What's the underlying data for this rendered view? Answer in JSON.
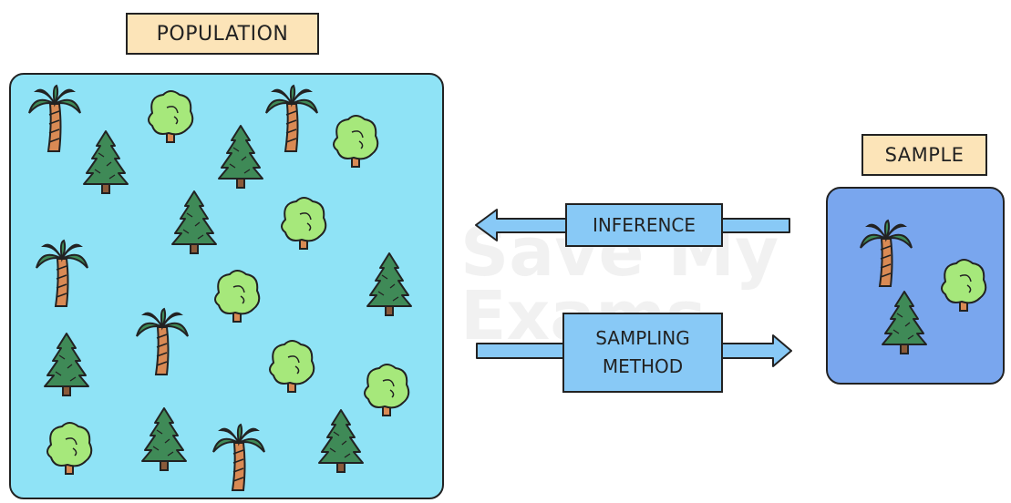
{
  "population": {
    "label": "POPULATION"
  },
  "sample": {
    "label": "SAMPLE"
  },
  "arrows": {
    "inference": {
      "label": "INFERENCE"
    },
    "sampling": {
      "line1": "SAMPLING",
      "line2": "METHOD"
    }
  },
  "watermark": {
    "line1": "Save My",
    "line2": "Exams"
  },
  "colors": {
    "population_fill": "#8fe3f6",
    "sample_fill": "#79a6ee",
    "label_fill": "#fce4b8",
    "arrow_fill": "#88c9f6",
    "foliage_green": "#3f8a57",
    "round_tree_green": "#a6e87b",
    "trunk_brown": "#d98a54"
  },
  "icons": [
    "palm-tree-icon",
    "pine-tree-icon",
    "round-tree-icon"
  ]
}
